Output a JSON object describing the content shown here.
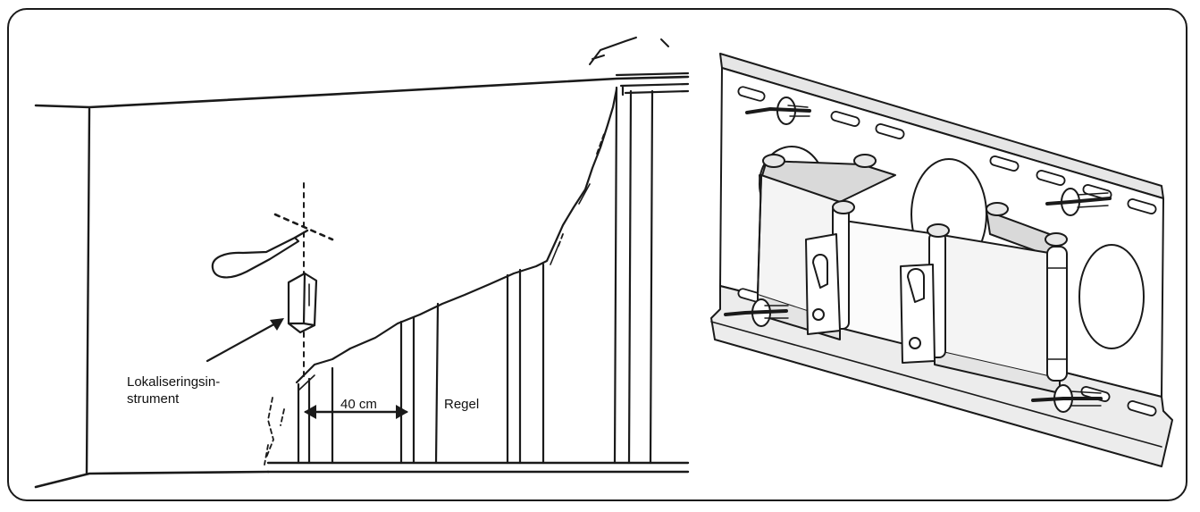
{
  "labels": {
    "stud_finder_line1": "Lokaliseringsin-",
    "stud_finder_line2": "strument",
    "stud_spacing": "40 cm",
    "stud": "Regel"
  },
  "colors": {
    "ink": "#1a1a1a",
    "paper": "#ffffff",
    "shade": "#d9d9d9"
  },
  "icons": [
    "screwdriver-icon",
    "stud-finder-icon",
    "wall-bracket-icon",
    "screw-icon",
    "washer-icon"
  ]
}
